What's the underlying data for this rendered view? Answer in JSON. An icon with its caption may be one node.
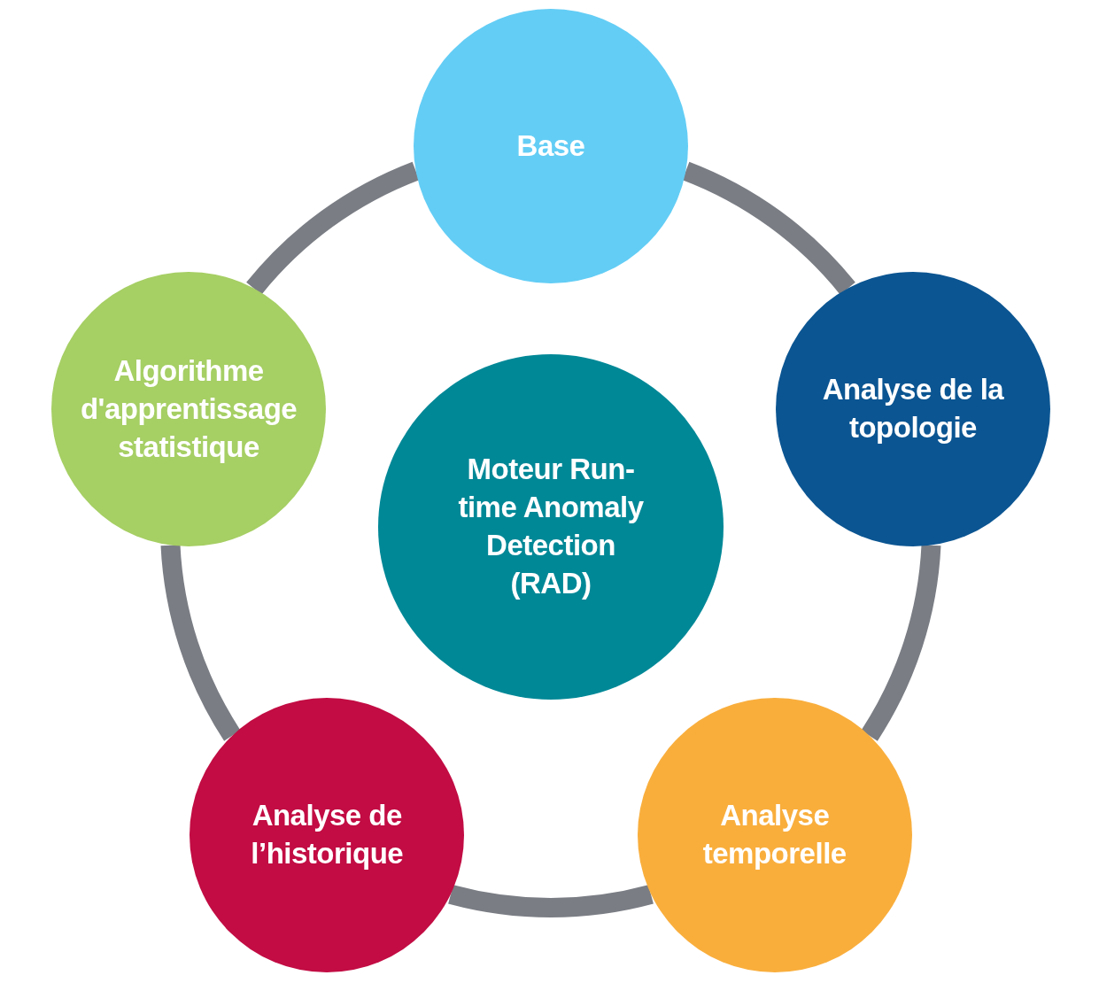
{
  "diagram": {
    "nodes": [
      {
        "text": [
          "Base"
        ]
      },
      {
        "text": [
          "Algorithme d'apprentissage statistique"
        ]
      },
      {
        "text": [
          "Analyse de la topologie"
        ]
      },
      {
        "text": [
          "Moteur Run-time Anomaly Detection (RAD)"
        ]
      },
      {
        "text": [
          "Analyse de l’historique"
        ]
      },
      {
        "text": [
          "Analyse temporelle"
        ]
      }
    ],
    "edges": [
      {
        "from": 0,
        "to": 2,
        "arrow": "none"
      },
      {
        "from": 2,
        "to": 5,
        "arrow": "none"
      },
      {
        "from": 5,
        "to": 4,
        "arrow": "none"
      },
      {
        "from": 4,
        "to": 1,
        "arrow": "none"
      },
      {
        "from": 1,
        "to": 0,
        "arrow": "none"
      }
    ]
  }
}
